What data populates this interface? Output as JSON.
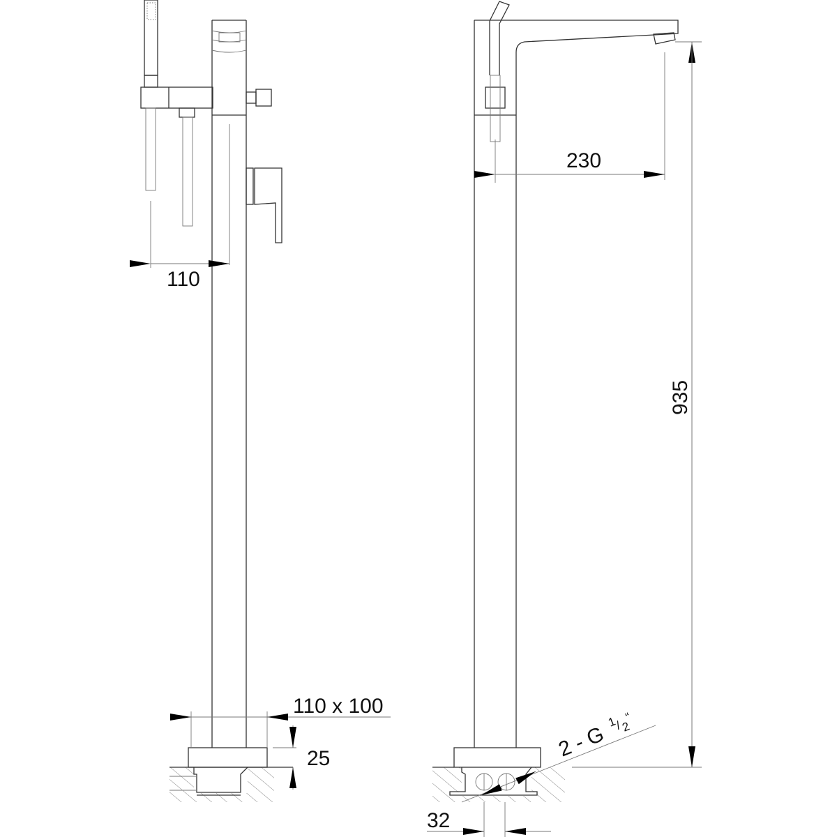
{
  "drawing": {
    "title": "Freestanding bath mixer dimension drawing",
    "line_color": "#333333",
    "background": "#ffffff"
  },
  "dimensions": {
    "hand_shower_offset": "110",
    "spout_reach": "230",
    "spout_height": "935",
    "base_size": "110 x 100",
    "base_height": "25",
    "inlet_spacing": "32",
    "inlet_label": "2 - G",
    "inlet_fraction_num": "1",
    "inlet_fraction_sep": "/",
    "inlet_fraction_den": "2",
    "inlet_quote": "“"
  }
}
